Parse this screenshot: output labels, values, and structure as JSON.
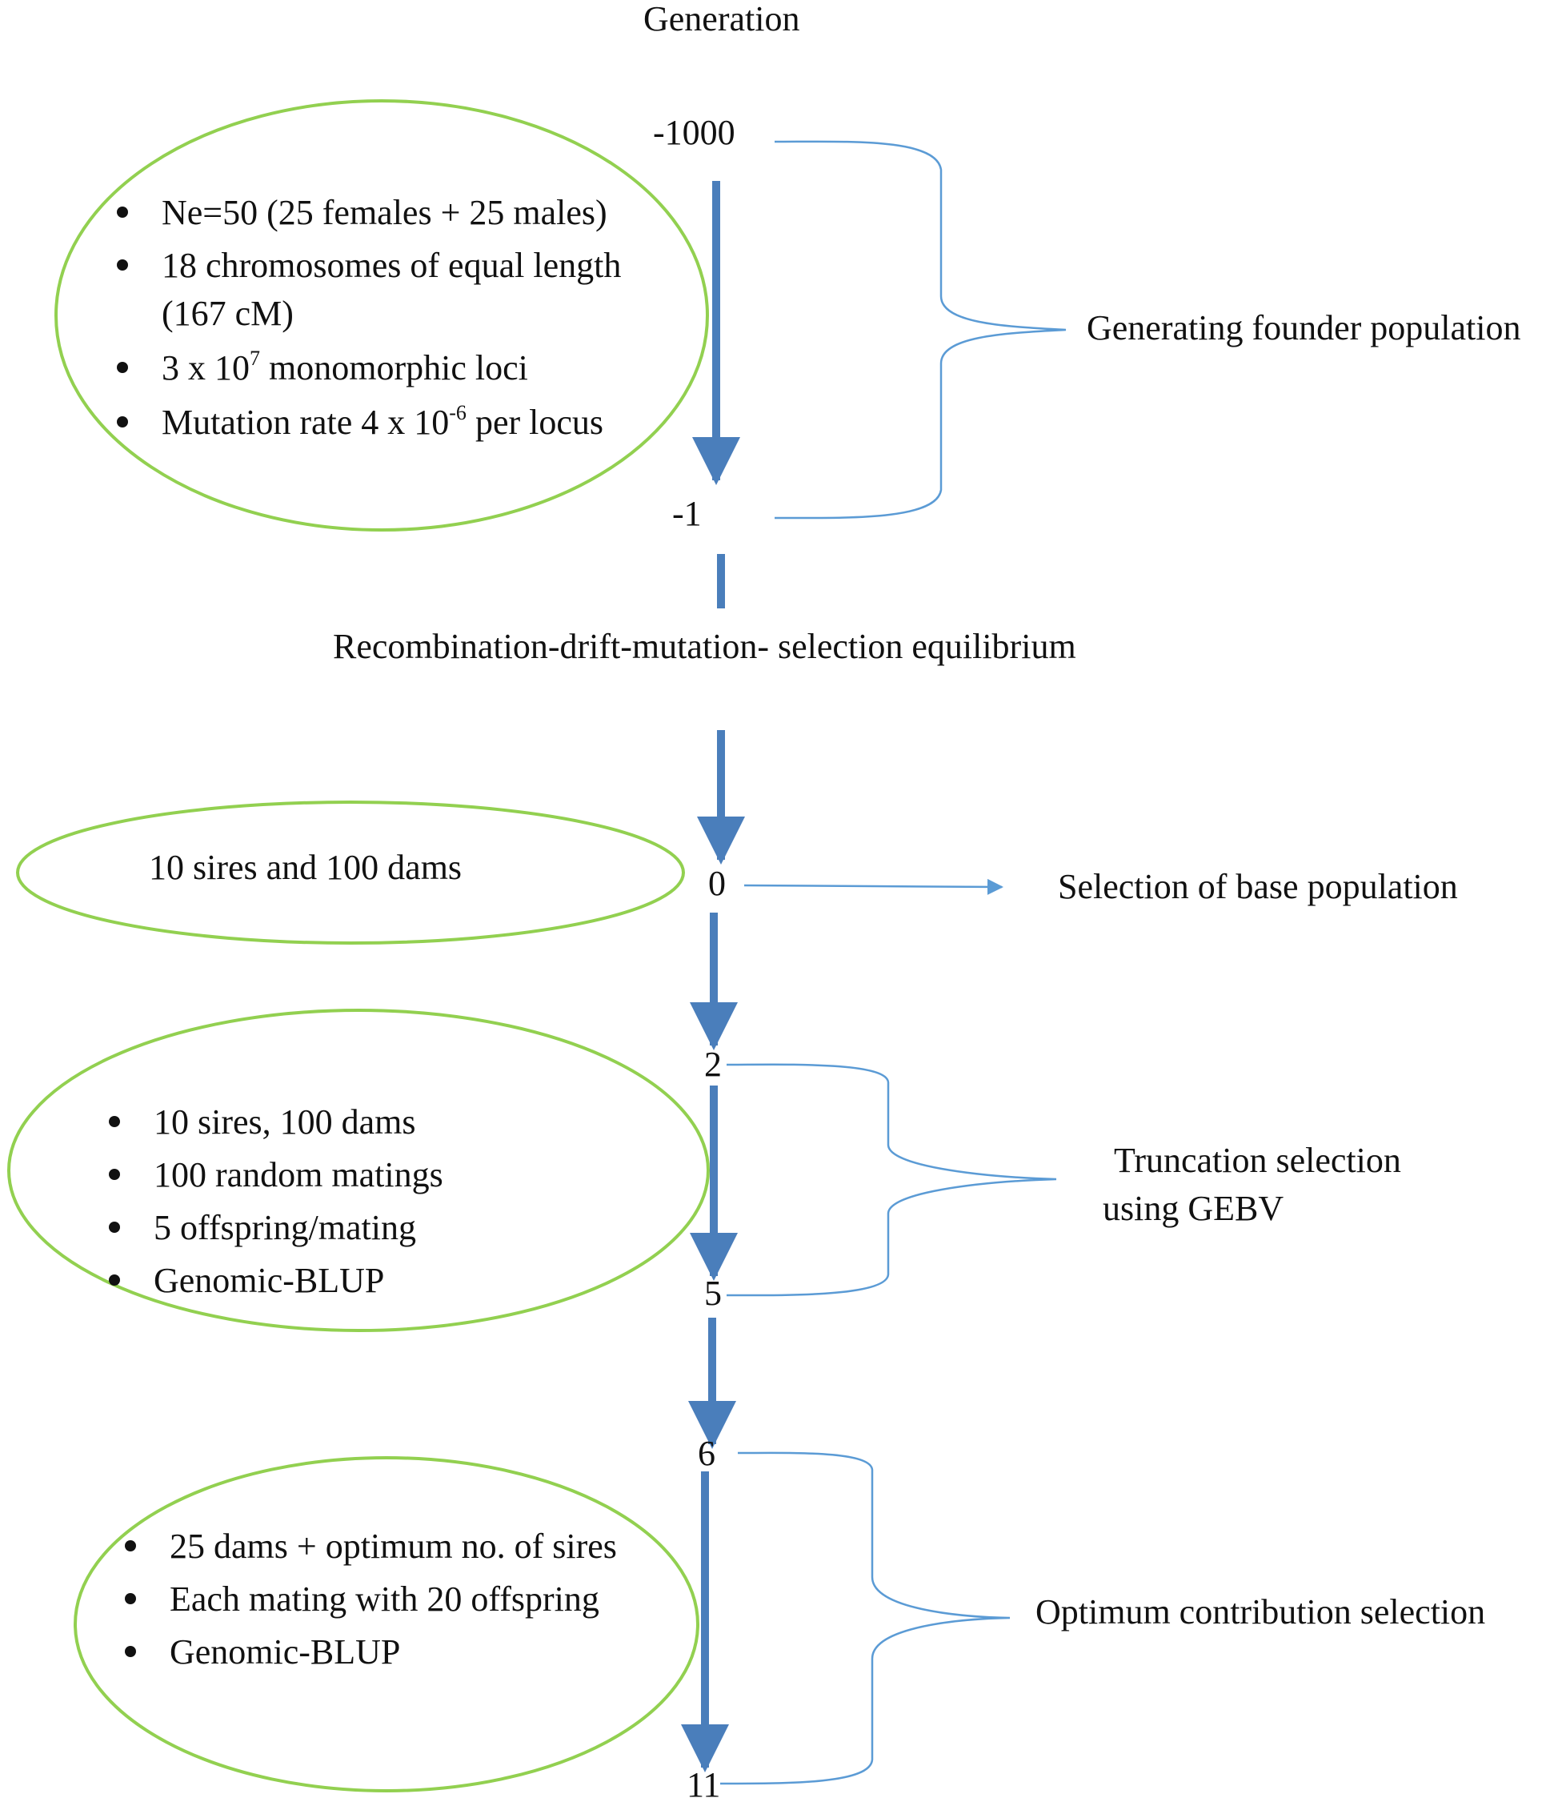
{
  "header": {
    "generation_label": "Generation"
  },
  "generations": {
    "g_minus_1000": "-1000",
    "g_minus_1": "-1",
    "g0": "0",
    "g2": "2",
    "g5": "5",
    "g6": "6",
    "g11": "11"
  },
  "equilibrium_label": "Recombination-drift-mutation- selection equilibrium",
  "founder": {
    "bullets": {
      "ne": "Ne=50 (25 females + 25 males)",
      "chrom_line1": "18 chromosomes of equal length",
      "chrom_line2": "(167 cM)",
      "loci_prefix": "3 x 10",
      "loci_exp": "7",
      "loci_suffix": " monomorphic loci",
      "mut_prefix": "Mutation rate 4 x 10",
      "mut_exp": "-6",
      "mut_suffix": " per locus"
    },
    "label": "Generating founder population"
  },
  "base": {
    "text": "10 sires and 100 dams",
    "label": "Selection of base population"
  },
  "truncation": {
    "bullets": [
      "10 sires, 100 dams",
      "100 random matings",
      "5 offspring/mating",
      "Genomic-BLUP"
    ],
    "label_line1": "Truncation selection",
    "label_line2": "using GEBV"
  },
  "optimum": {
    "bullets": [
      "25 dams + optimum no. of sires",
      "Each mating with 20 offspring",
      "Genomic-BLUP"
    ],
    "label": "Optimum contribution selection"
  },
  "colors": {
    "ellipse": "#92d050",
    "arrow": "#4a7ebb",
    "brace": "#5b9bd5",
    "text": "#111111"
  }
}
